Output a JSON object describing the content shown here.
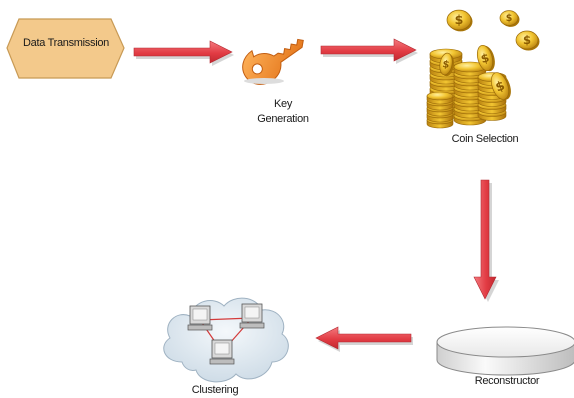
{
  "nodes": {
    "start": "Data Transmission",
    "key_line1": "Key",
    "key_line2": "Generation",
    "coin": "Coin Selection",
    "recon": "Reconstructor",
    "clust": "Clustering"
  },
  "colors": {
    "start_fill": "#f3c98b",
    "start_stroke": "#c89a55",
    "key": "#f08a2c",
    "coin": "#e0b020",
    "arrow": "#e8444a",
    "arrow_shadow": "#b9b9b9",
    "cloud": "#dce7ef",
    "link": "#d43a3a"
  },
  "icons": [
    "key-icon",
    "coins-icon",
    "disk-icon",
    "cloud-network-icon"
  ]
}
